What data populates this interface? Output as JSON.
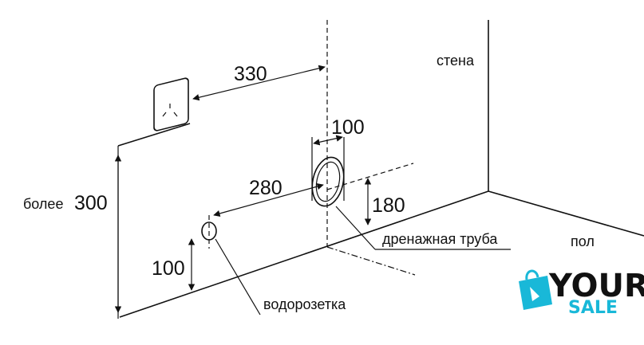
{
  "labels": {
    "wall": "стена",
    "floor": "пол",
    "drain_pipe": "дренажная труба",
    "water_socket": "водорозетка",
    "height_prefix": "более"
  },
  "dimensions": {
    "outlet_to_center": "330",
    "drain_width": "100",
    "socket_to_drain": "280",
    "drain_height": "180",
    "outlet_height": "300",
    "socket_height": "100"
  },
  "logo": {
    "word1": "YOUR",
    "word2": "SALE",
    "accent_color": "#19b8d8",
    "dark_color": "#111111"
  }
}
